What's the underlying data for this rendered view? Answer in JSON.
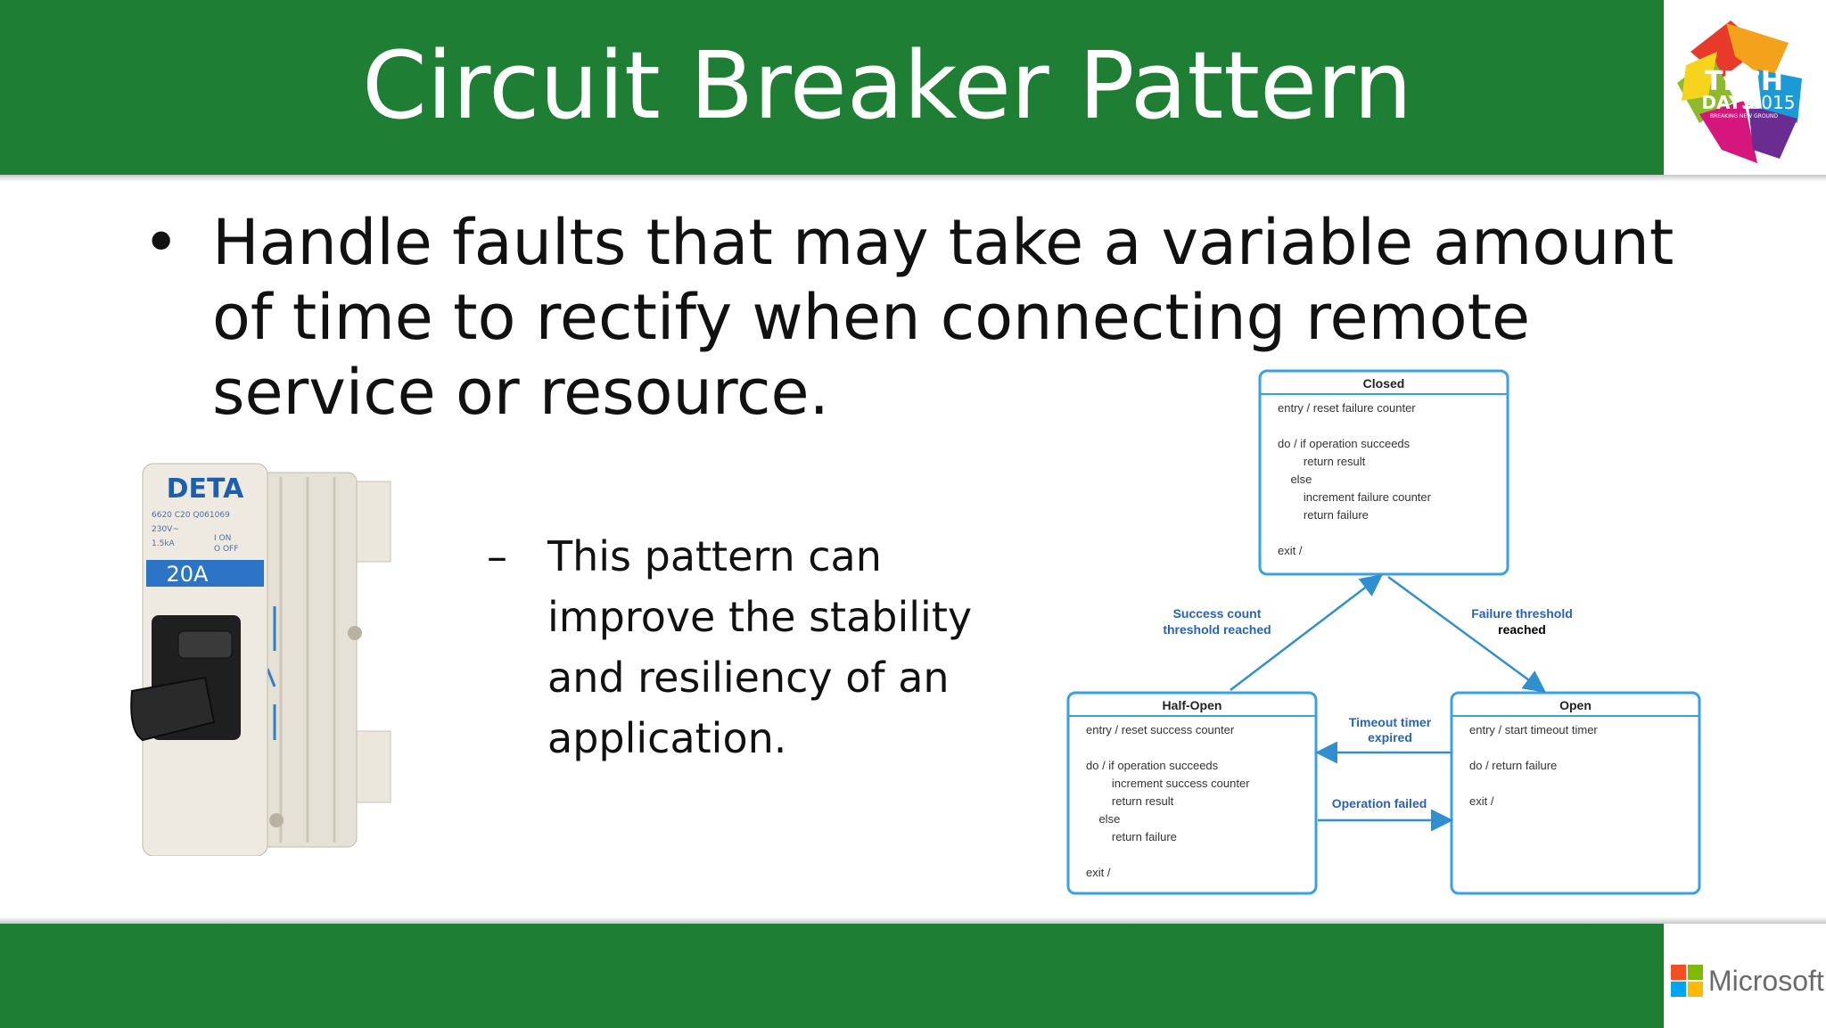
{
  "slide": {
    "title": "Circuit Breaker Pattern",
    "bullet": "Handle faults that may take a variable amount of time to rectify when connecting remote service or resource.",
    "bullet_marker": "•",
    "sub_marker": "–",
    "sub_bullet": "This pattern can improve the stability and resiliency of an application."
  },
  "logo": {
    "line1": "TECH",
    "line2": "DAYS",
    "year": "2015",
    "tagline": "BREAKING NEW GROUND"
  },
  "breaker": {
    "brand": "DETA",
    "model": "6620 C20 Q061069",
    "voltage": "230V~",
    "capacity": "1.5kA",
    "on_label": "I ON",
    "off_label": "O OFF",
    "rating": "20A"
  },
  "diagram": {
    "closed": {
      "title": "Closed",
      "lines": [
        "entry / reset failure counter",
        "",
        "do / if operation succeeds",
        "        return result",
        "    else",
        "        increment failure counter",
        "        return failure",
        "",
        "exit /"
      ]
    },
    "half_open": {
      "title": "Half-Open",
      "lines": [
        "entry / reset success counter",
        "",
        "do / if operation succeeds",
        "        increment success counter",
        "        return result",
        "    else",
        "        return failure",
        "",
        "exit /"
      ]
    },
    "open": {
      "title": "Open",
      "lines": [
        "entry / start timeout timer",
        "",
        "do / return failure",
        "",
        "exit /"
      ]
    },
    "transitions": {
      "success_threshold_1": "Success count",
      "success_threshold_2": "threshold reached",
      "failure_threshold_1": "Failure threshold",
      "failure_threshold_2": "reached",
      "timeout_1": "Timeout timer",
      "timeout_2": "expired",
      "operation_failed": "Operation failed"
    }
  },
  "footer": {
    "brand": "Microsoft"
  },
  "colors": {
    "green": "#1e7e34",
    "diagram_blue": "#2f8fcf",
    "transition_text": "#2a62b8"
  }
}
